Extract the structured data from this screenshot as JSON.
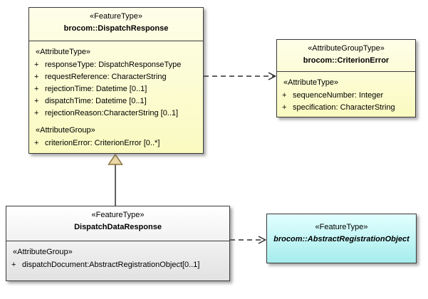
{
  "colors": {
    "canvas-bg": "#ffffff",
    "node-border": "#3b3b3b",
    "yellow-top": "#fefee9",
    "yellow-bottom": "#fafac0",
    "cyan-top": "#e2ffff",
    "cyan-bottom": "#a6ecec",
    "gray-top": "#ffffff",
    "gray-bottom": "#e2e2e2",
    "connector": "#2f2f2f",
    "gen-fill": "#e9d8a6",
    "gen-stroke": "#8a7340"
  },
  "classes": {
    "dispatchResponse": {
      "stereotype": "«FeatureType»",
      "name": "brocom::DispatchResponse",
      "attrTypeHeading": "«AttributeType»",
      "attributes": [
        {
          "vis": "+",
          "text": "responseType: DispatchResponseType"
        },
        {
          "vis": "+",
          "text": "requestReference: CharacterString"
        },
        {
          "vis": "+",
          "text": "rejectionTime: Datetime [0..1]"
        },
        {
          "vis": "+",
          "text": "dispatchTime: Datetime [0..1]"
        },
        {
          "vis": "+",
          "text": "rejectionReason:CharacterString [0..1]"
        }
      ],
      "attrGroupHeading": "«AttributeGroup»",
      "groupMembers": [
        {
          "vis": "+",
          "text": "criterionError: CriterionError [0..*]"
        }
      ]
    },
    "criterionError": {
      "stereotype": "«AttributeGroupType»",
      "name": "brocom::CriterionError",
      "attrTypeHeading": "«AttributeType»",
      "attributes": [
        {
          "vis": "+",
          "text": "sequenceNumber: Integer"
        },
        {
          "vis": "+",
          "text": "specification: CharacterString"
        }
      ]
    },
    "dispatchDataResponse": {
      "stereotype": "«FeatureType»",
      "name": "DispatchDataResponse",
      "attrGroupHeading": "«AttributeGroup»",
      "groupMembers": [
        {
          "vis": "+",
          "text": "dispatchDocument:AbstractRegistrationObject[0..1]"
        }
      ]
    },
    "abstractRegistrationObject": {
      "stereotype": "«FeatureType»",
      "name": "brocom::AbstractRegistrationObject"
    }
  },
  "relationships": [
    {
      "type": "dependency",
      "style": "dashed-open-arrow",
      "from": "brocom::DispatchResponse",
      "to": "brocom::CriterionError"
    },
    {
      "type": "generalization",
      "style": "solid-hollow-triangle",
      "from": "DispatchDataResponse",
      "to": "brocom::DispatchResponse"
    },
    {
      "type": "dependency",
      "style": "dashed-open-arrow",
      "from": "DispatchDataResponse",
      "to": "brocom::AbstractRegistrationObject"
    }
  ]
}
